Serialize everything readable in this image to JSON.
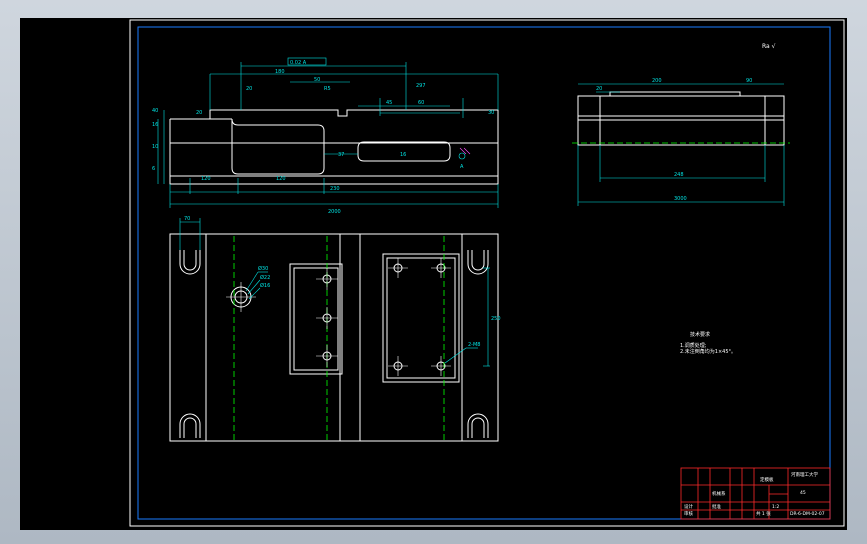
{
  "colors": {
    "background": "#000000",
    "outline": "#ffffff",
    "dimension": "#00e5e5",
    "centerline": "#00ff00",
    "titleblock": "#ff2a2a",
    "border": "#1a7cff",
    "hatch": "#ff4fff"
  },
  "surface_finish": "Ra √",
  "front_view": {
    "dims": {
      "overall_length": "2000",
      "main_length": "230",
      "left_step": "120",
      "right_step": "120",
      "top_180": "180",
      "top_50": "50",
      "top_297": "297",
      "dim_45": "45",
      "dim_60": "60",
      "dim_37": "37",
      "dim_16": "16",
      "dim_20a": "20",
      "dim_20b": "20",
      "dim_r5": "R5",
      "tol_box": "0.02 A",
      "h_40": "40",
      "h_16": "16",
      "h_10": "10",
      "h_6": "6",
      "v_30": "30",
      "datum": "A"
    }
  },
  "side_view": {
    "dims": {
      "d_200": "200",
      "d_90": "90",
      "d_20": "20",
      "d_248": "248",
      "d_3000": "3000"
    }
  },
  "plan_view": {
    "dims": {
      "top_70": "70",
      "hole_a": "Ø30",
      "hole_b": "Ø22",
      "hole_c": "Ø16",
      "right_h": "250",
      "tap": "2-M8"
    }
  },
  "notes": {
    "title": "技术要求",
    "line1": "1.调质处理;",
    "line2": "2.未注倒角均为1×45°。"
  },
  "title_block": {
    "part_name": "定模板",
    "school": "河南理工大学",
    "material": "45",
    "drawing_no": "DR-6-DM-02-07",
    "scale": "1:2",
    "sheet": "共 1 张",
    "designer": "设计",
    "checker": "审核",
    "approver": "批准",
    "dept": "机械系"
  }
}
